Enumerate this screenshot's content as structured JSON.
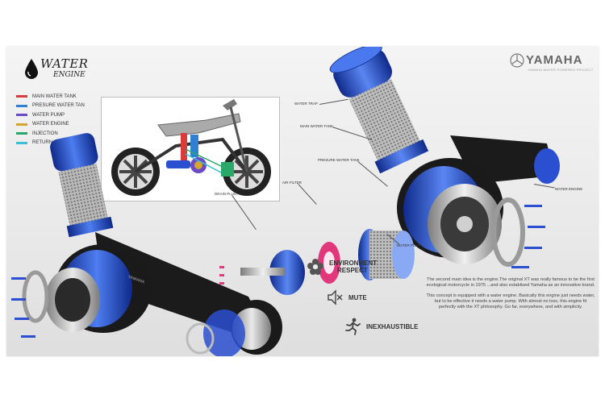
{
  "logo": {
    "title": "WATER",
    "subtitle": "ENGINE"
  },
  "legend": [
    {
      "label": "MAIN WATER TANK",
      "color": "#d93a3a"
    },
    {
      "label": "PRESURE WATER TAN",
      "color": "#2f7fd3"
    },
    {
      "label": "WATER PUMP",
      "color": "#6a4bc6"
    },
    {
      "label": "WATER ENGINE",
      "color": "#d6a52c"
    },
    {
      "label": "INJECTION",
      "color": "#2aa86a"
    },
    {
      "label": "RETURN",
      "color": "#39c0d8"
    }
  ],
  "brand": {
    "name": "YAMAHA",
    "sub": "YAMAHA WATER POWERED PROJECT"
  },
  "part_labels": {
    "water_trap": "WATER TRAP",
    "main_water_tank": "MAIN WATER TANK",
    "presure_water_tank": "PRESURE WATER TANK",
    "air_filter": "AIR FILTER",
    "drain_plug": "DRAIN PLUG",
    "water_engine": "WATER ENGINE",
    "water_pump": "WATER PUMP",
    "swingarm_brand": "YAMAHA"
  },
  "features": [
    {
      "label_line1": "ENVIRONMENT",
      "label_line2": "RESPECT",
      "icon": "flower-icon"
    },
    {
      "label_line1": "MUTE",
      "label_line2": "",
      "icon": "mute-speaker-icon"
    },
    {
      "label_line1": "INEXHAUSTIBLE",
      "label_line2": "",
      "icon": "running-man-icon"
    }
  ],
  "description": {
    "p1": "The second main idea is the engine.The original XT was really famous to be the first ecological motorcycle in 1975 ...and also establised Yamaha as an innovative brand.",
    "p2": "This concept is equipped with a water engine. Basically this engine just needs water, but to be effective it needs a water pump. With almost no loss, this engine fit perfectly with the XT philosophy. Go far, everywhere, and with simplicity."
  },
  "colors": {
    "accent_blue": "#2a4fd0",
    "chrome": "#c9c9c9",
    "dark": "#1b1b1b",
    "pink": "#e0387a"
  }
}
